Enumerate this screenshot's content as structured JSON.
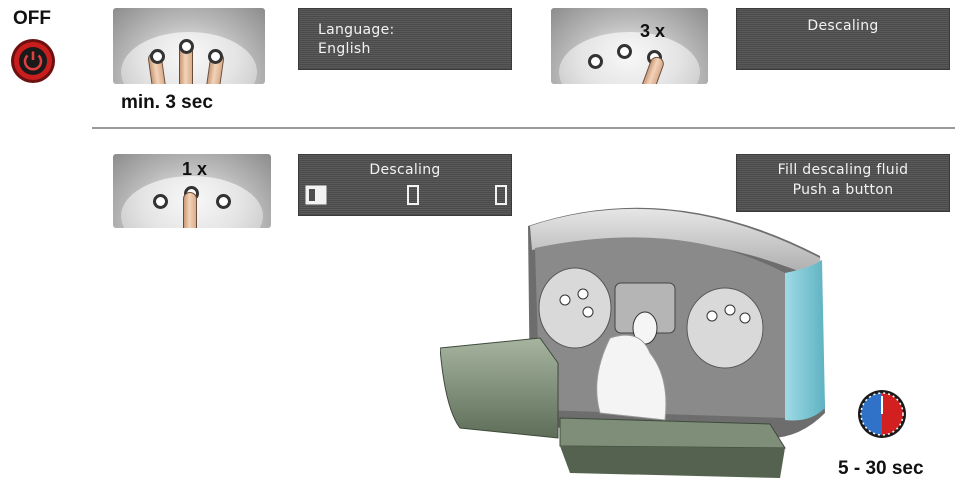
{
  "power": {
    "state_label": "OFF"
  },
  "step1": {
    "duration_label": "min. 3 sec"
  },
  "display_language": {
    "line1": "Language:",
    "line2": "English"
  },
  "step_press": {
    "count_label": "3 x"
  },
  "display_descaling_top": {
    "text": "Descaling"
  },
  "step_confirm": {
    "count_label": "1 x"
  },
  "display_descaling_progress": {
    "text": "Descaling"
  },
  "display_fill": {
    "line1": "Fill descaling fluid",
    "line2": "Push a button"
  },
  "timer": {
    "duration_label": "5 - 30 sec"
  },
  "colors": {
    "lcd_bg": "#4d4d4d",
    "lcd_text": "#f2f2f2",
    "power_red": "#c81e1e",
    "timer_blue": "#2f72c8",
    "timer_red": "#d22020"
  },
  "icons": [
    "power-icon",
    "hand-press-icon",
    "descaling-progress-icon",
    "coffee-machine-illustration",
    "timer-dial-icon"
  ]
}
